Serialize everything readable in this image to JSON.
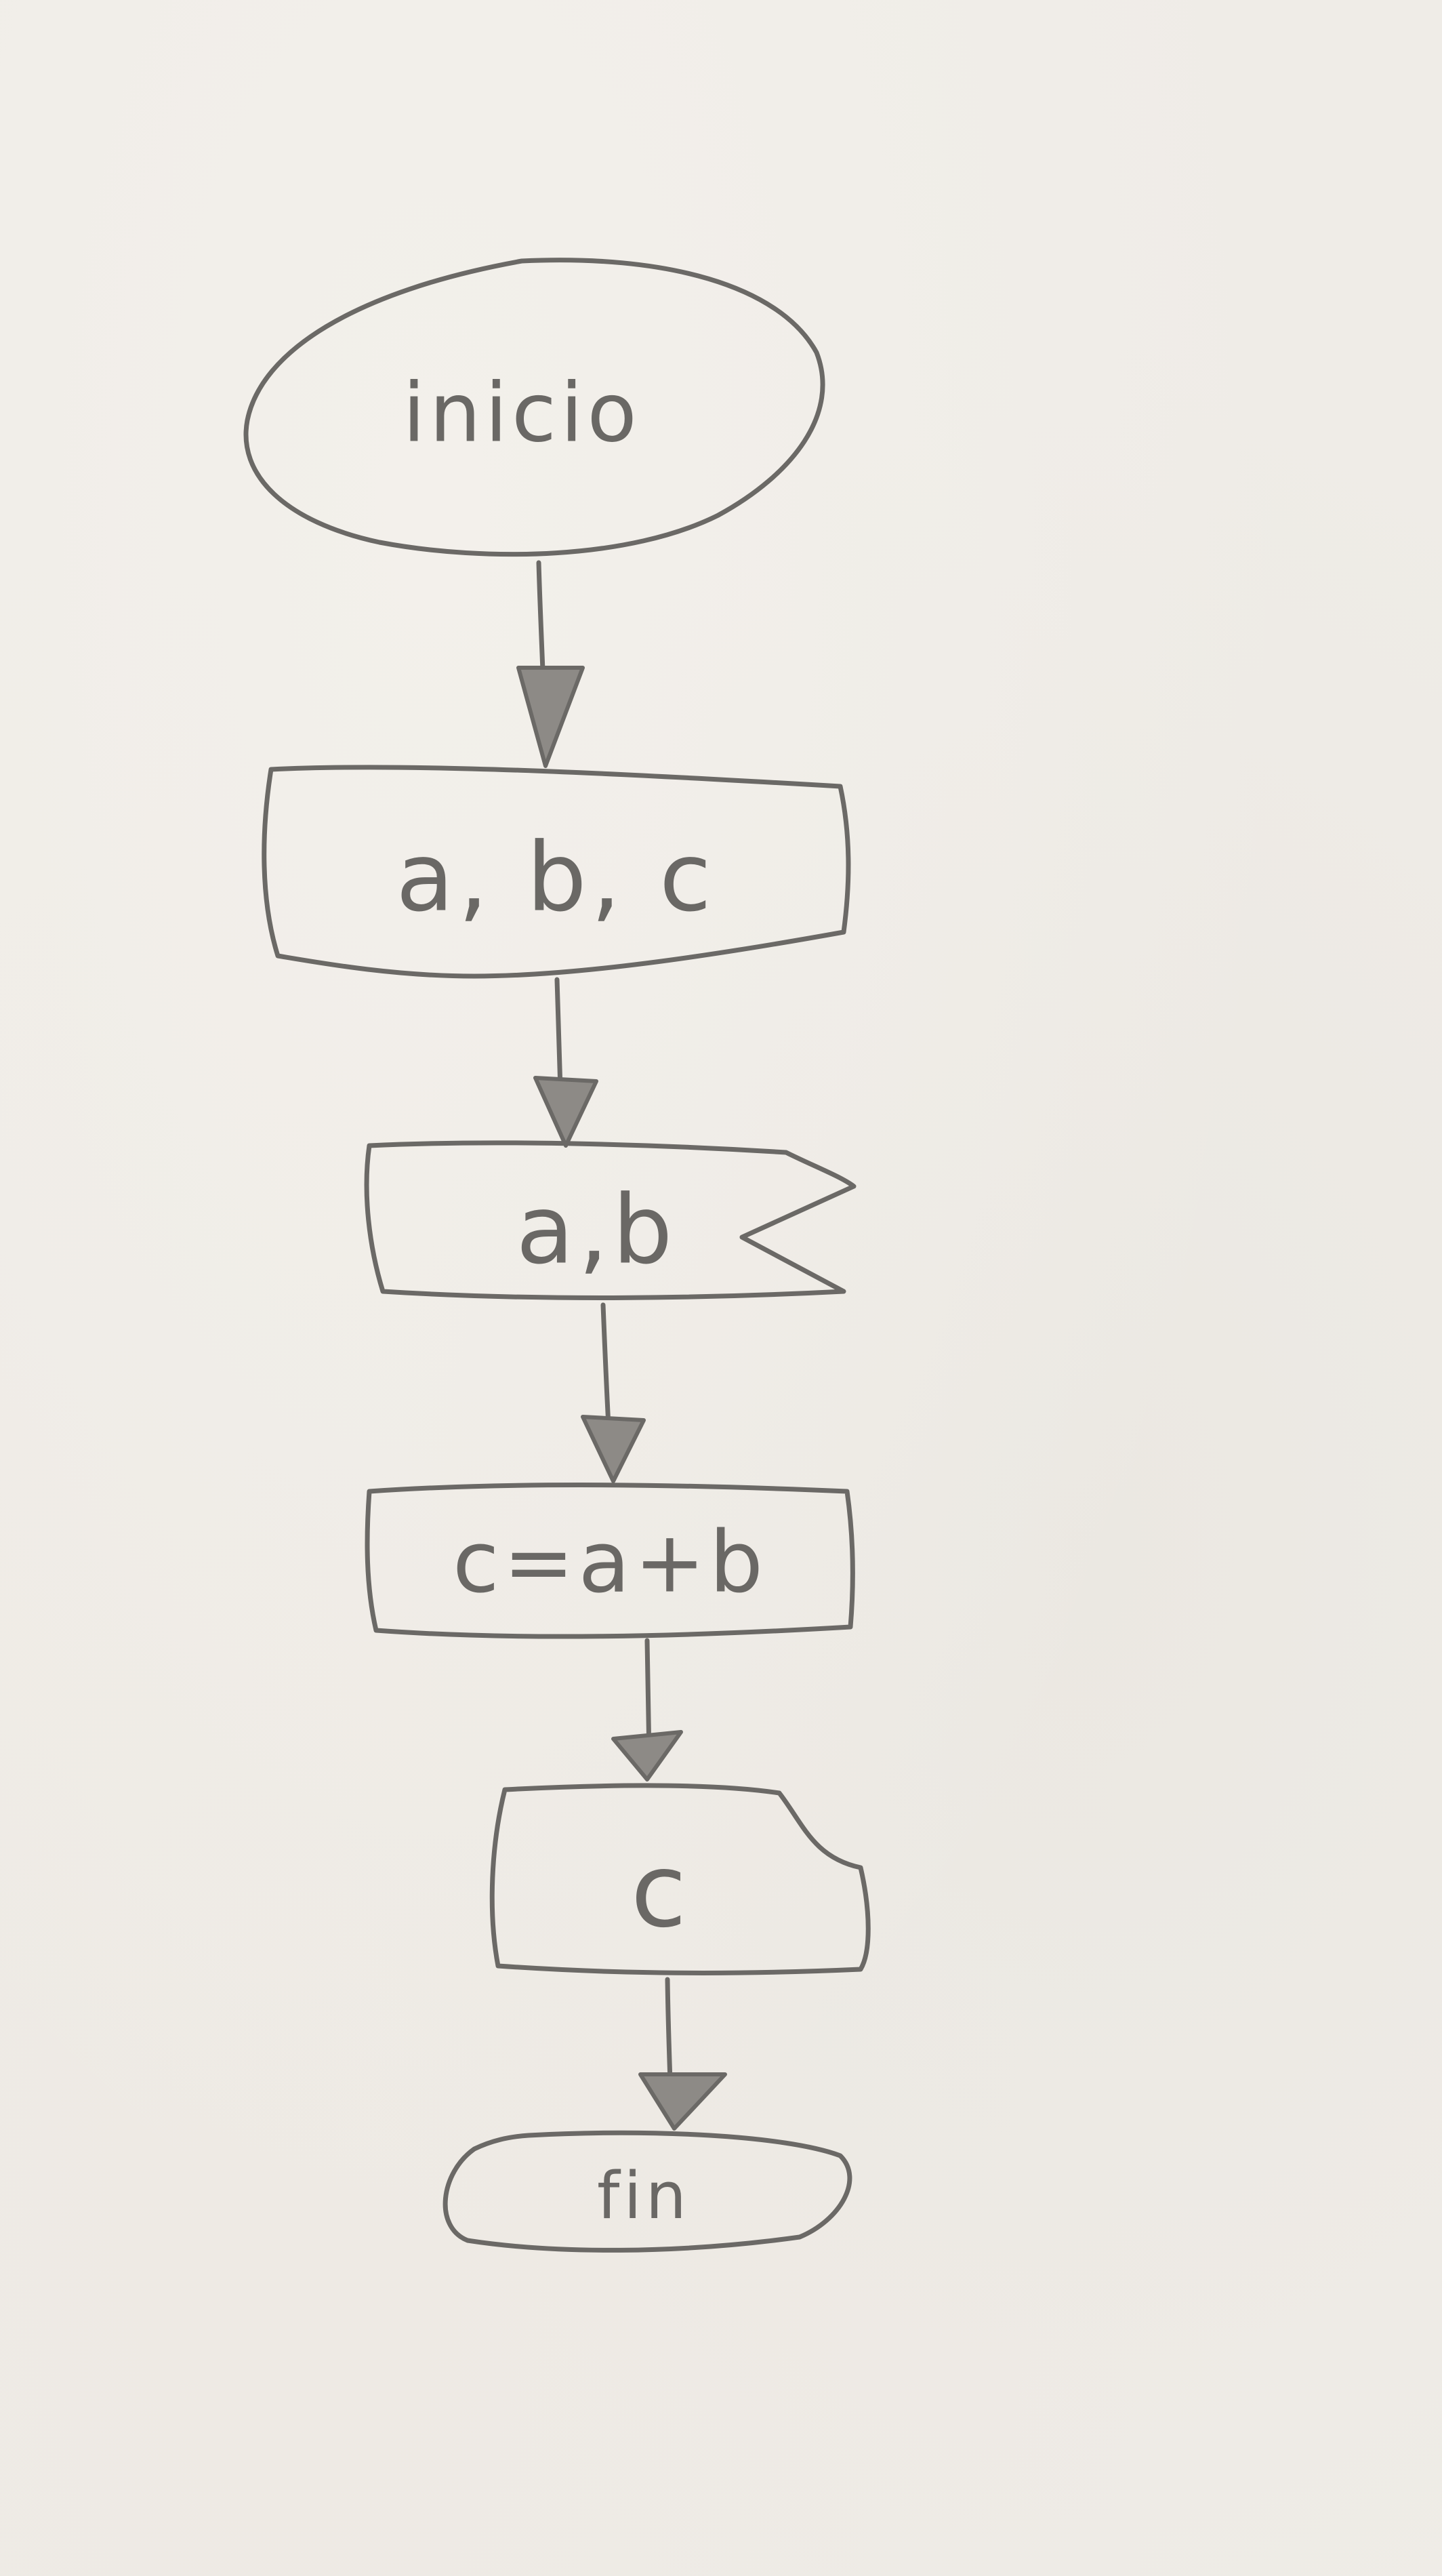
{
  "diagram": {
    "type": "flowchart",
    "medium": "pencil sketch on paper",
    "nodes": [
      {
        "id": "start",
        "shape": "terminal",
        "text": "inicio"
      },
      {
        "id": "input",
        "shape": "manual-input",
        "text": "a, b, c"
      },
      {
        "id": "read",
        "shape": "input-flag",
        "text": "a,b"
      },
      {
        "id": "process",
        "shape": "process",
        "text": "c=a+b"
      },
      {
        "id": "output",
        "shape": "display-output",
        "text": "c"
      },
      {
        "id": "end",
        "shape": "terminal",
        "text": "fin"
      }
    ],
    "edges": [
      {
        "from": "start",
        "to": "input"
      },
      {
        "from": "input",
        "to": "read"
      },
      {
        "from": "read",
        "to": "process"
      },
      {
        "from": "process",
        "to": "output"
      },
      {
        "from": "output",
        "to": "end"
      }
    ]
  }
}
